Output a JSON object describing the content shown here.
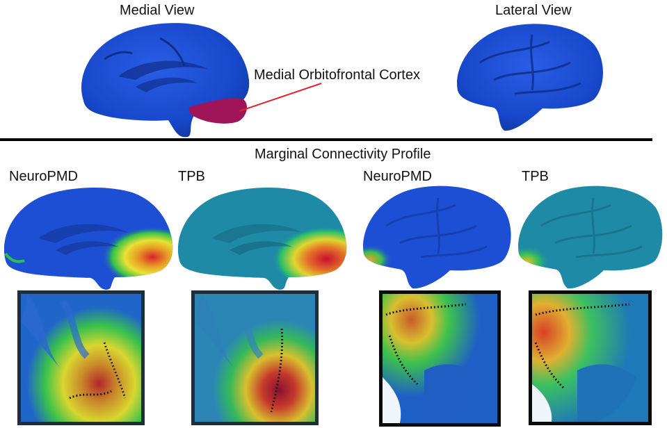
{
  "top": {
    "medial_view_label": "Medial View",
    "lateral_view_label": "Lateral View",
    "roi_label": "Medial Orbitofrontal Cortex",
    "roi_color": "#a0145a",
    "roi_line_color": "#e0202a",
    "surface_color": "#1747c9"
  },
  "bottom": {
    "section_title": "Marginal Connectivity Profile",
    "panels": [
      {
        "label": "NeuroPMD",
        "view": "medial"
      },
      {
        "label": "TPB",
        "view": "medial"
      },
      {
        "label": "NeuroPMD",
        "view": "lateral"
      },
      {
        "label": "TPB",
        "view": "lateral"
      }
    ]
  }
}
